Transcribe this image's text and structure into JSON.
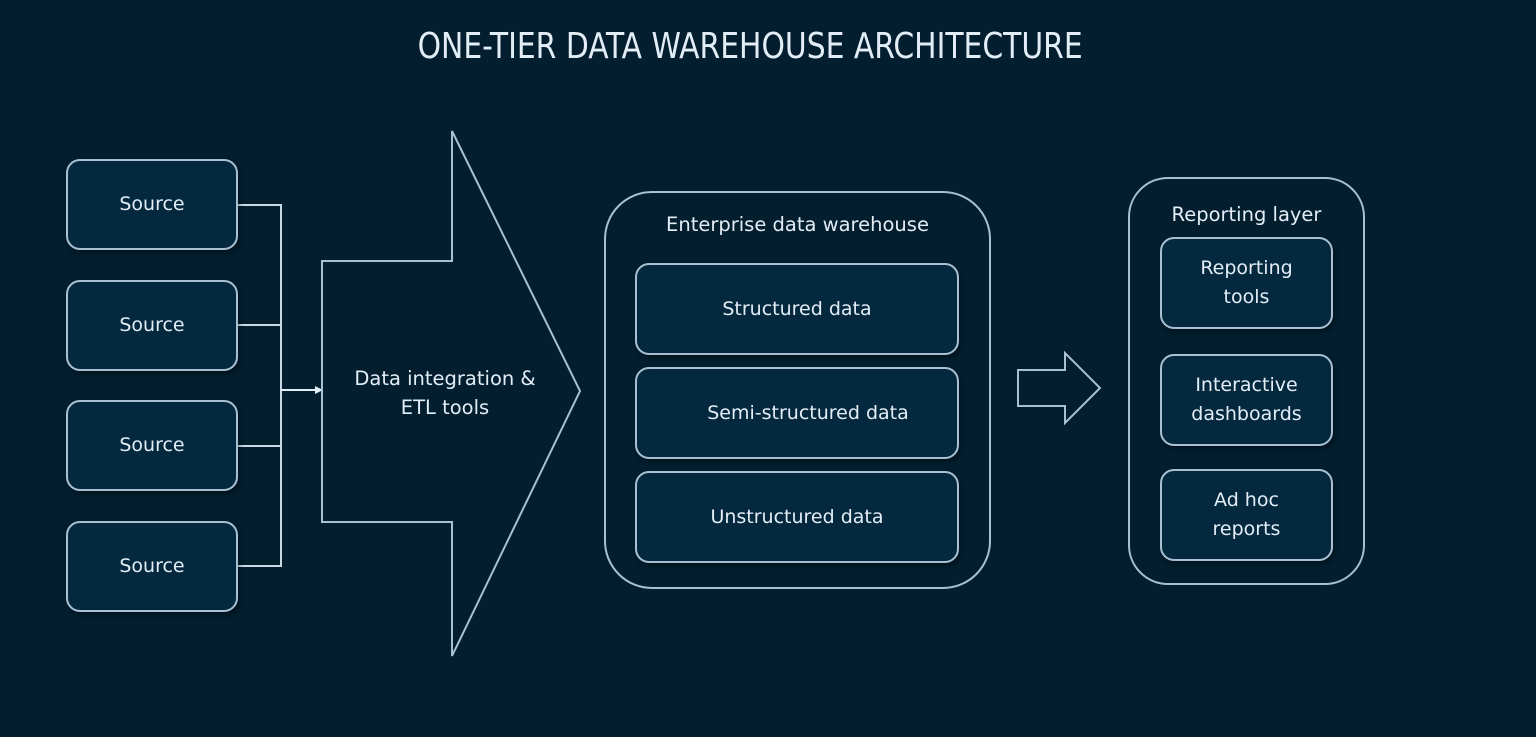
{
  "title": "ONE-TIER DATA WAREHOUSE ARCHITECTURE",
  "colors": {
    "background": "#021e2f",
    "box_fill": "#04293f",
    "stroke": "#a9c0d3",
    "text": "#e3edf6"
  },
  "sources": [
    {
      "label": "Source"
    },
    {
      "label": "Source"
    },
    {
      "label": "Source"
    },
    {
      "label": "Source"
    }
  ],
  "etl": {
    "line1": "Data integration &",
    "line2": "ETL tools"
  },
  "warehouse": {
    "title": "Enterprise data warehouse",
    "items": [
      {
        "label": "Structured data"
      },
      {
        "label": "Semi-structured data"
      },
      {
        "label": "Unstructured data"
      }
    ]
  },
  "reporting": {
    "title": "Reporting layer",
    "items": [
      {
        "line1": "Reporting",
        "line2": "tools"
      },
      {
        "line1": "Interactive",
        "line2": "dashboards"
      },
      {
        "line1": "Ad hoc",
        "line2": "reports"
      }
    ]
  },
  "icons": {
    "etl_arrow": "block-arrow-right-icon",
    "flow_arrow": "arrow-right-outline-icon",
    "connector": "connector-line"
  }
}
